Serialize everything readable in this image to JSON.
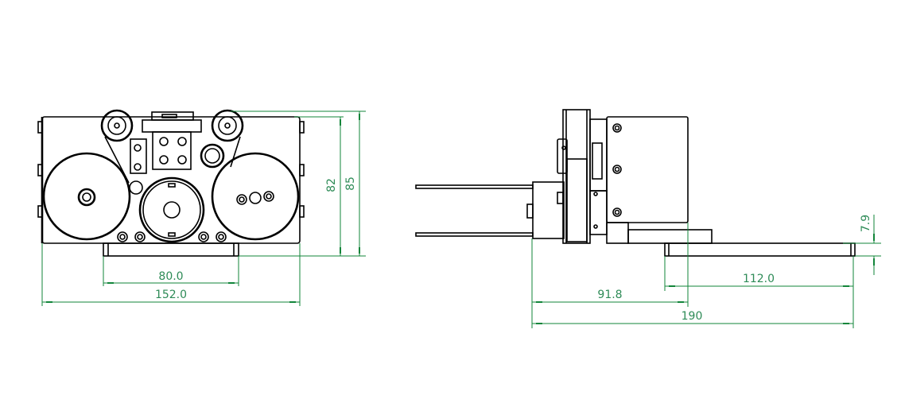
{
  "front_view": {
    "dimensions": {
      "width_total": "152.0",
      "base_width": "80.0",
      "height_body": "82",
      "height_total": "85"
    }
  },
  "side_view": {
    "dimensions": {
      "length_total": "190",
      "body_depth": "91.8",
      "base_length": "112.0",
      "base_thickness": "7.9"
    }
  },
  "colors": {
    "dimension": "#12853a",
    "outline": "#000000"
  }
}
